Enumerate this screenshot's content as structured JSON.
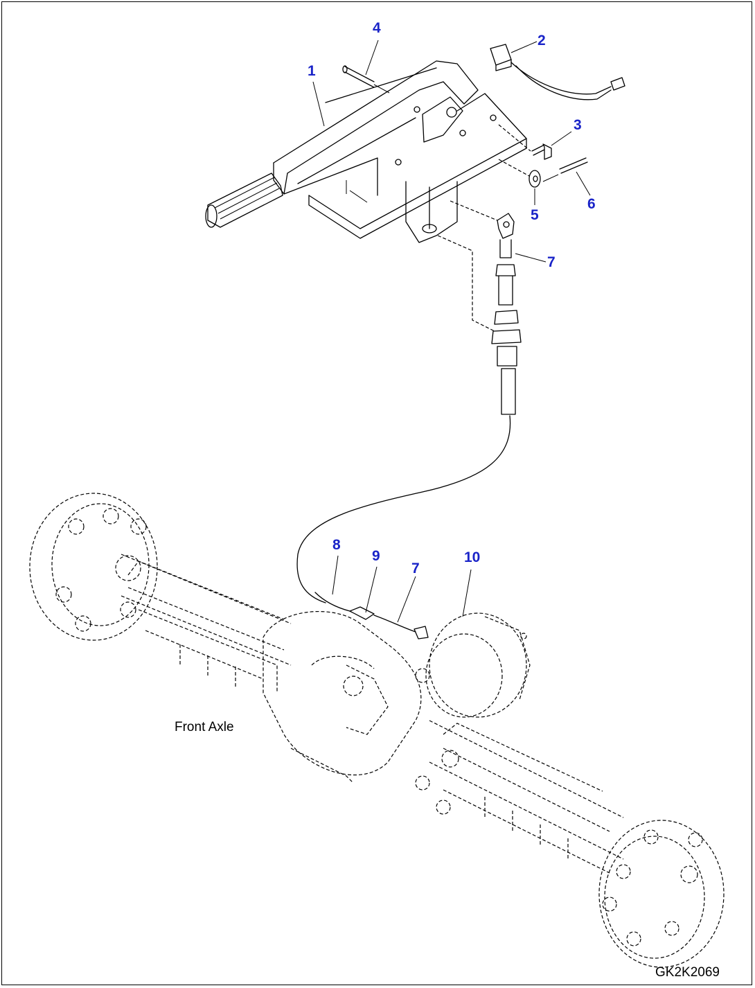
{
  "callouts": [
    {
      "label": "1"
    },
    {
      "label": "2"
    },
    {
      "label": "3"
    },
    {
      "label": "4"
    },
    {
      "label": "5"
    },
    {
      "label": "6"
    },
    {
      "label": "7"
    },
    {
      "label": "8"
    },
    {
      "label": "9"
    },
    {
      "label": "7"
    },
    {
      "label": "10"
    }
  ],
  "axle_caption": "Front Axle",
  "drawing_code": "GK2K2069",
  "colors": {
    "callout": "#1a24c8",
    "line": "#000000",
    "background": "#ffffff"
  }
}
